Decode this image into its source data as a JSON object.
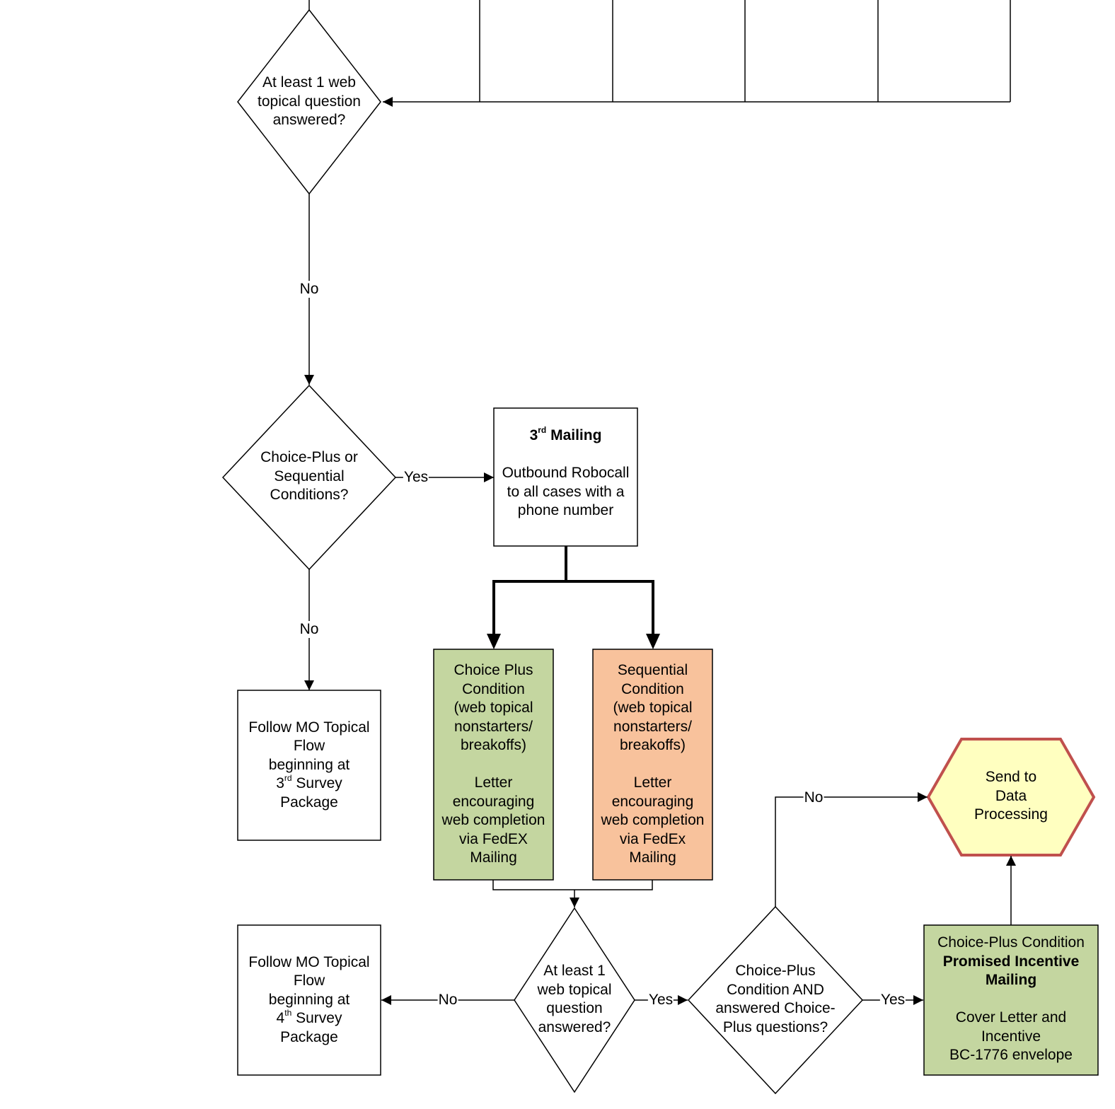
{
  "colors": {
    "choice_plus_fill": "#c4d6a0",
    "sequential_fill": "#f8c29c",
    "hexagon_fill": "#ffffc0",
    "hexagon_stroke": "#c0504d"
  },
  "nodes": {
    "decision_top": [
      "At least 1 web",
      "topical question",
      "answered?"
    ],
    "decision_condition": [
      "Choice-Plus or",
      "Sequential",
      "Conditions?"
    ],
    "mailing3": {
      "title_pre": "3",
      "title_sup": "rd",
      "title_post": " Mailing",
      "body": [
        "Outbound Robocall",
        "to all cases with a",
        "phone number"
      ]
    },
    "follow_3rd": {
      "lines": [
        "Follow MO Topical",
        "Flow",
        "beginning at"
      ],
      "ordinal_pre": "3",
      "ordinal_sup": "rd",
      "ordinal_post": " Survey",
      "last": "Package"
    },
    "choice_plus_box": {
      "top": [
        "Choice Plus",
        "Condition",
        "(web topical",
        "nonstarters/",
        "breakoffs)"
      ],
      "bottom": [
        "Letter",
        "encouraging",
        "web completion",
        "via FedEX",
        "Mailing"
      ]
    },
    "sequential_box": {
      "top": [
        "Sequential",
        "Condition",
        "(web topical",
        "nonstarters/",
        "breakoffs)"
      ],
      "bottom": [
        "Letter",
        "encouraging",
        "web completion",
        "via FedEx",
        "Mailing"
      ]
    },
    "send_to_data": [
      "Send to",
      "Data",
      "Processing"
    ],
    "follow_4th": {
      "lines": [
        "Follow MO Topical",
        "Flow",
        "beginning at"
      ],
      "ordinal_pre": "4",
      "ordinal_sup": "th",
      "ordinal_post": " Survey",
      "last": "Package"
    },
    "decision_bottom": [
      "At least 1",
      "web topical",
      "question",
      "answered?"
    ],
    "decision_choice_plus": [
      "Choice-Plus",
      "Condition AND",
      "answered Choice-",
      "Plus questions?"
    ],
    "incentive": {
      "line1": "Choice-Plus Condition",
      "bold": [
        "Promised Incentive",
        "Mailing"
      ],
      "body": [
        "Cover Letter and",
        "Incentive",
        "BC-1776 envelope"
      ]
    }
  },
  "edges": {
    "no_top": "No",
    "yes_condition": "Yes",
    "no_condition": "No",
    "no_bottom": "No",
    "yes_bottom": "Yes",
    "yes_choice_plus": "Yes",
    "no_choice_plus": "No"
  }
}
